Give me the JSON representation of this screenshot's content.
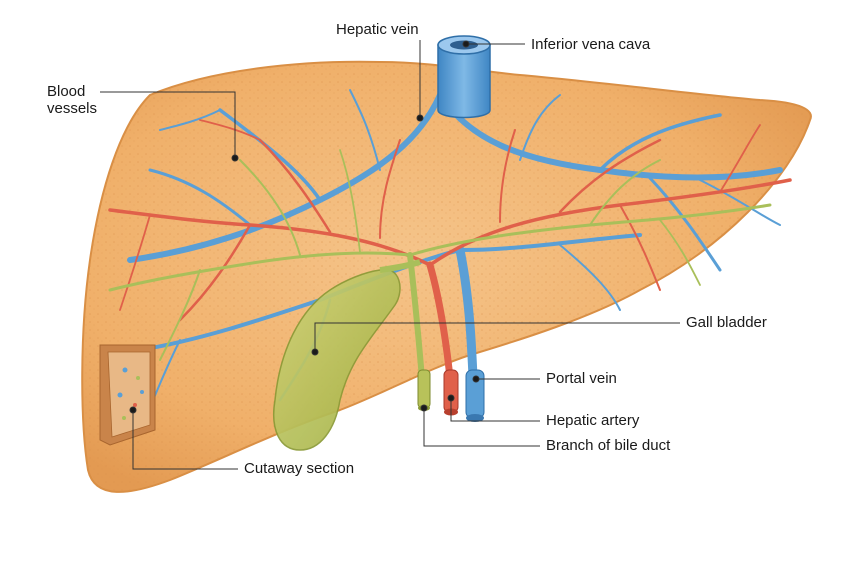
{
  "labels": {
    "hepatic_vein": "Hepatic vein",
    "inferior_vena_cava": "Inferior vena cava",
    "blood_vessels_line1": "Blood",
    "blood_vessels_line2": "vessels",
    "gall_bladder": "Gall bladder",
    "portal_vein": "Portal vein",
    "hepatic_artery": "Hepatic artery",
    "branch_of_bile_duct": "Branch of bile duct",
    "cutaway_section": "Cutaway section"
  },
  "colors": {
    "liver": "#f2b56e",
    "liver_edge": "#d98f45",
    "vein": "#5a9fd6",
    "artery": "#e0604a",
    "bile_duct": "#a9bf5a",
    "gall_bladder": "#b8c25a",
    "leader": "#333333"
  }
}
